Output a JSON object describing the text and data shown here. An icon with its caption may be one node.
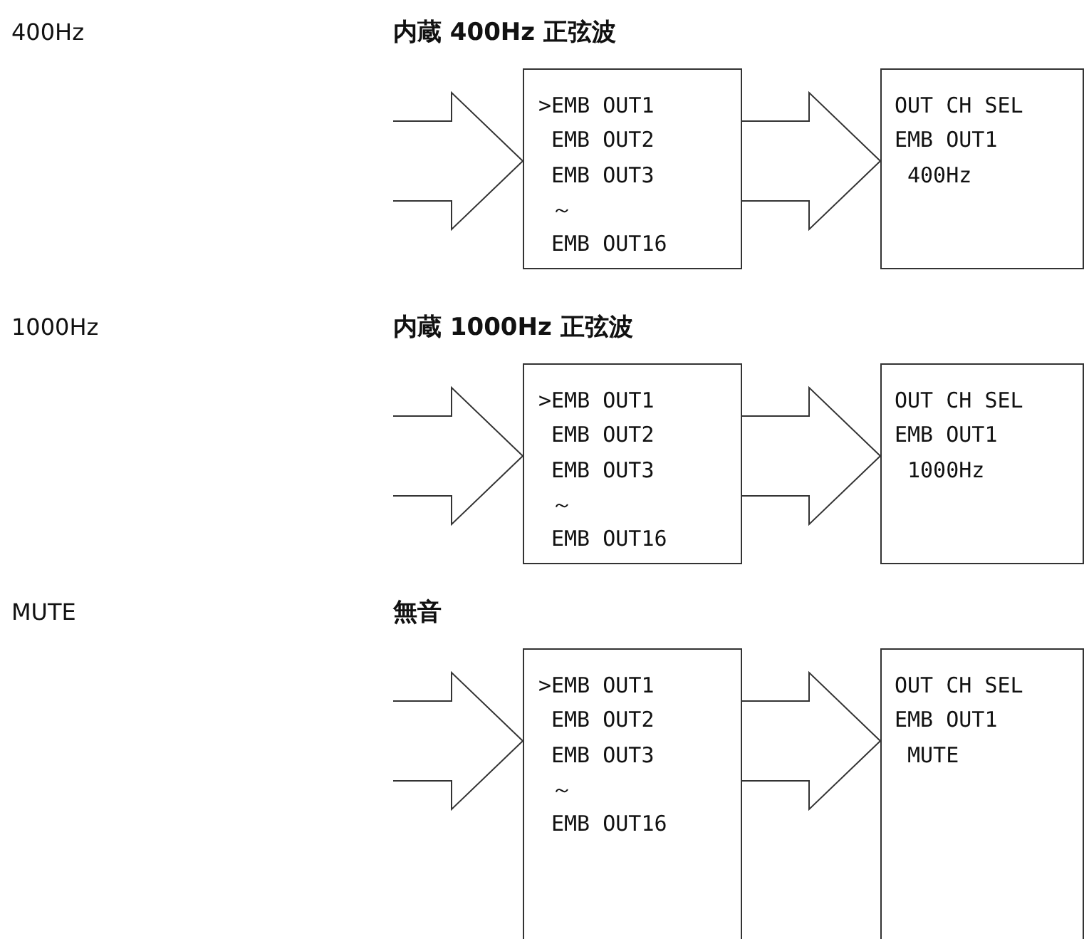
{
  "diagram": {
    "nodes": [
      {
        "text": [
          ">EMB OUT1",
          "EMB OUT2",
          "EMB OUT3",
          "～",
          "EMB OUT16"
        ]
      },
      {
        "text": [
          "OUT CH SEL",
          "EMB OUT1",
          "400Hz"
        ]
      },
      {
        "text": [
          ">EMB OUT1",
          "EMB OUT2",
          "EMB OUT3",
          "～",
          "EMB OUT16"
        ]
      },
      {
        "text": [
          "OUT CH SEL",
          "EMB OUT1",
          "1000Hz"
        ]
      },
      {
        "text": [
          ">EMB OUT1",
          "EMB OUT2",
          "EMB OUT3",
          "～",
          "EMB OUT16"
        ]
      },
      {
        "text": [
          "OUT CH SEL",
          "EMB OUT1",
          "MUTE"
        ]
      }
    ],
    "edges": [
      {
        "from": null,
        "to": 0,
        "arrow": "to"
      },
      {
        "from": 0,
        "to": 1,
        "arrow": "to"
      },
      {
        "from": null,
        "to": 2,
        "arrow": "to"
      },
      {
        "from": 2,
        "to": 3,
        "arrow": "to"
      },
      {
        "from": null,
        "to": 4,
        "arrow": "to"
      },
      {
        "from": 4,
        "to": 5,
        "arrow": "to"
      }
    ],
    "labels": [
      "400Hz",
      "内蔵 400Hz 正弦波",
      "1000Hz",
      "内蔵 1000Hz 正弦波",
      "MUTE",
      "無音"
    ]
  }
}
